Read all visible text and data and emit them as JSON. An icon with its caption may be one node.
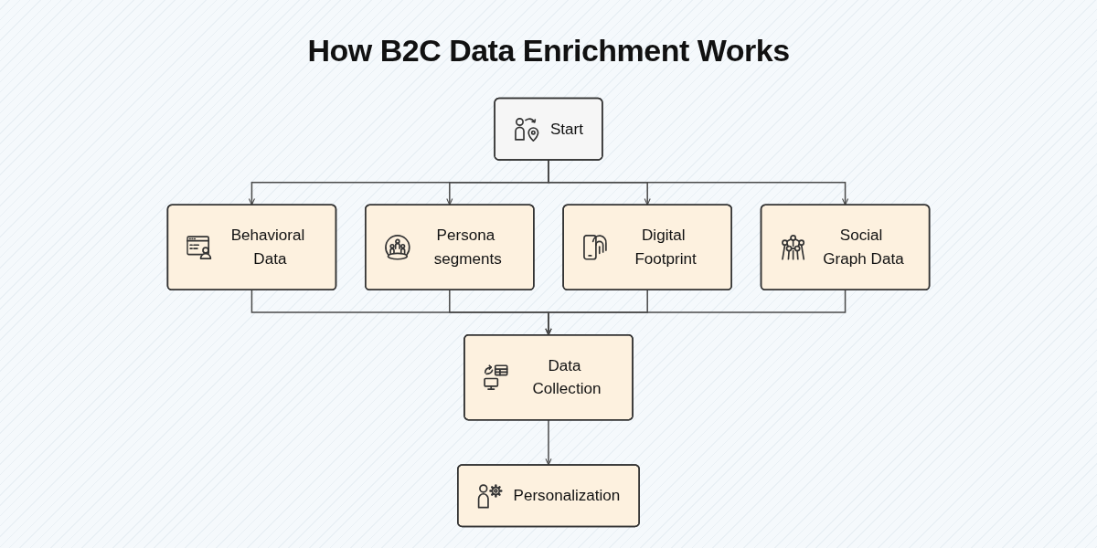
{
  "diagram": {
    "title": "How B2C Data Enrichment Works",
    "nodes": [
      {
        "text": [
          "Start"
        ]
      },
      {
        "text": [
          "Behavioral Data"
        ]
      },
      {
        "text": [
          "Persona segments"
        ]
      },
      {
        "text": [
          "Digital Footprint"
        ]
      },
      {
        "text": [
          "Social Graph Data"
        ]
      },
      {
        "text": [
          "Data Collection"
        ]
      },
      {
        "text": [
          "Personalization"
        ]
      }
    ],
    "edges": [
      {
        "from": 0,
        "to": 1,
        "arrow": "to"
      },
      {
        "from": 0,
        "to": 2,
        "arrow": "to"
      },
      {
        "from": 0,
        "to": 3,
        "arrow": "to"
      },
      {
        "from": 0,
        "to": 4,
        "arrow": "to"
      },
      {
        "from": 1,
        "to": 5,
        "arrow": "to"
      },
      {
        "from": 2,
        "to": 5,
        "arrow": "to"
      },
      {
        "from": 3,
        "to": 5,
        "arrow": "to"
      },
      {
        "from": 4,
        "to": 5,
        "arrow": "to"
      },
      {
        "from": 5,
        "to": 6,
        "arrow": "to"
      }
    ]
  }
}
